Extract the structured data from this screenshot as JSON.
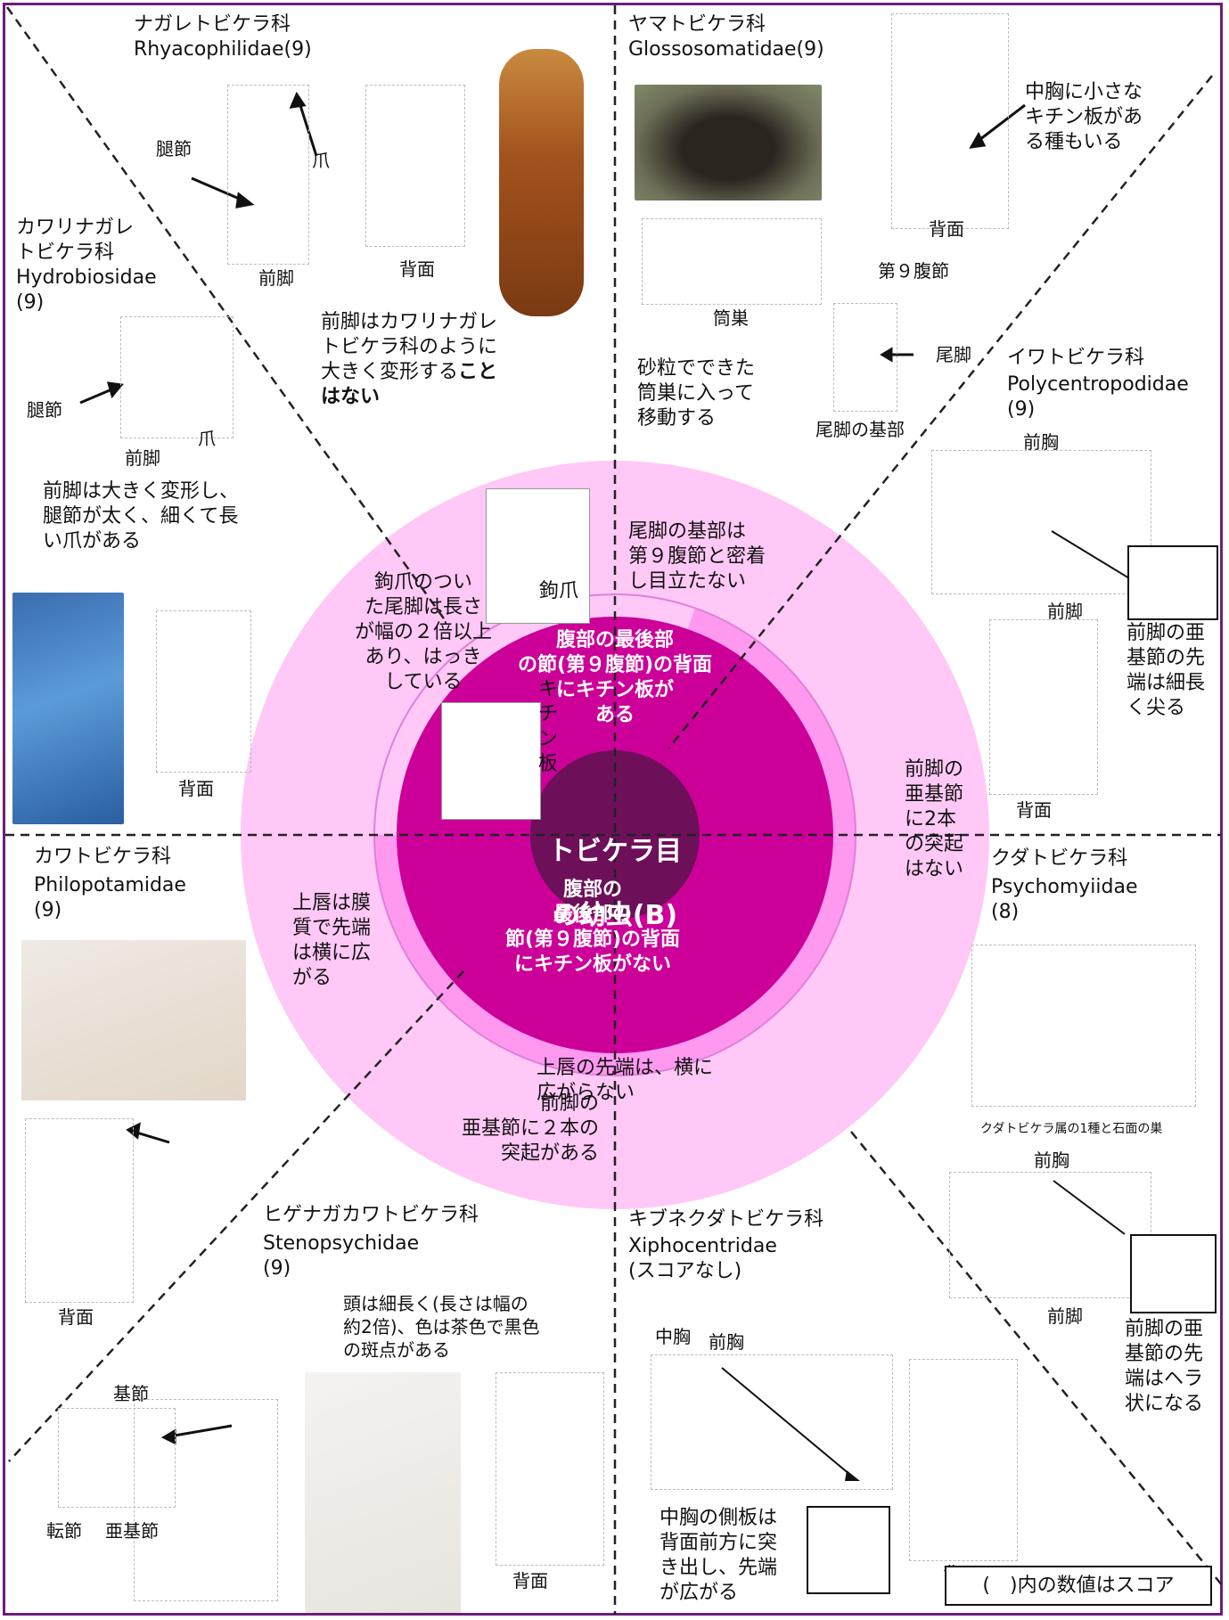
{
  "center": {
    "line1": "トビケラ目",
    "line2": "の幼虫(B)"
  },
  "inner_ring": {
    "upper": "腹部の最後部\nの節(第９腹節)の背面\nにキチン板が\nある",
    "lower": "腹部の\n最後部の\n節(第９腹節)の背面\nにキチン板がない",
    "chitin_label": "キ\nチ\nン\n板"
  },
  "middle_ring": {
    "upper_left": "鉤爪のつい\nた尾脚は長さ\nが幅の２倍以上\nあり、はっき\nしている",
    "hook_label": "鉤爪",
    "upper_right": "尾脚の基部は\n第９腹節と密着\nし目立たない",
    "right": "前脚の\n亜基節\nに2本\nの突起\nはない",
    "lower_left": "上唇は膜\n質で先端\nは横に広\nがる",
    "lower_mid": "上唇の先端は、横に\n広がらない",
    "lower_bottom": "前脚の\n亜基節に２本の\n突起がある"
  },
  "families": {
    "rhyacophilidae": {
      "name_jp": "ナガレトビケラ科",
      "name_latin": "Rhyacophilidae(9)",
      "labels": {
        "femur": "腿節",
        "claw": "爪",
        "foreleg": "前脚",
        "dorsal": "背面"
      },
      "note": "前脚はカワリナガレ\nトビケラ科のように\n大きく変形する",
      "note_bold": "こと\nはない"
    },
    "hydrobiosidae": {
      "name_jp": "カワリナガレ\nトビケラ科",
      "name_latin": "Hydrobiosidae\n(9)",
      "labels": {
        "femur": "腿節",
        "claw": "爪",
        "foreleg": "前脚",
        "dorsal": "背面"
      },
      "note": "前脚は大きく変形し、\n腿節が太く、細くて長\nい爪がある"
    },
    "glossosomatidae": {
      "name_jp": "ヤマトビケラ科",
      "name_latin": "Glossosomatidae(9)",
      "labels": {
        "case": "筒巣",
        "seg9": "第９腹節",
        "proleg": "尾脚",
        "proleg_base": "尾脚の基部",
        "dorsal": "背面"
      },
      "note": "砂粒でできた\n筒巣に入って\n移動する",
      "note2": "中胸に小さな\nキチン板があ\nる種もいる"
    },
    "polycentropodidae": {
      "name_jp": "イワトビケラ科",
      "name_latin": "Polycentropodidae\n(9)",
      "labels": {
        "prothorax": "前胸",
        "foreleg": "前脚",
        "dorsal": "背面"
      },
      "note": "前脚の亜\n基節の先\n端は細長\nく尖る"
    },
    "philopotamidae": {
      "name_jp": "カワトビケラ科",
      "name_latin": "Philopotamidae\n(9)",
      "labels": {
        "dorsal": "背面"
      }
    },
    "psychomyiidae": {
      "name_jp": "クダトビケラ科",
      "name_latin": "Psychomyiidae\n(8)",
      "labels": {
        "caption": "クダトビケラ属の1種と石面の巣",
        "prothorax": "前胸",
        "foreleg": "前脚"
      },
      "note": "前脚の亜\n基節の先\n端はヘラ\n状になる"
    },
    "stenopsychidae": {
      "name_jp": "ヒゲナガカワトビケラ科",
      "name_latin": "Stenopsychidae\n(9)",
      "labels": {
        "basal": "基節",
        "trochanter": "転節",
        "subbasal": "亜基節",
        "dorsal": "背面"
      },
      "note": "頭は細長く(長さは幅の\n約2倍)、色は茶色で黒色\nの斑点がある"
    },
    "xiphocentridae": {
      "name_jp": "キブネクダトビケラ科",
      "name_latin": "Xiphocentridae\n(スコアなし)",
      "labels": {
        "mesothorax": "中胸",
        "prothorax": "前胸",
        "dorsal": "背面"
      },
      "note": "中胸の側板は\n背面前方に突\nき出し、先端\nが広がる"
    }
  },
  "footer_note": "(　)内の数値はスコア",
  "colors": {
    "outer_ring": "#ffc8f6",
    "mid_ring": "#ff99f0",
    "inner_ring": "#cc0099",
    "center": "#6e0f5a",
    "frame": "#6a1f7a"
  }
}
